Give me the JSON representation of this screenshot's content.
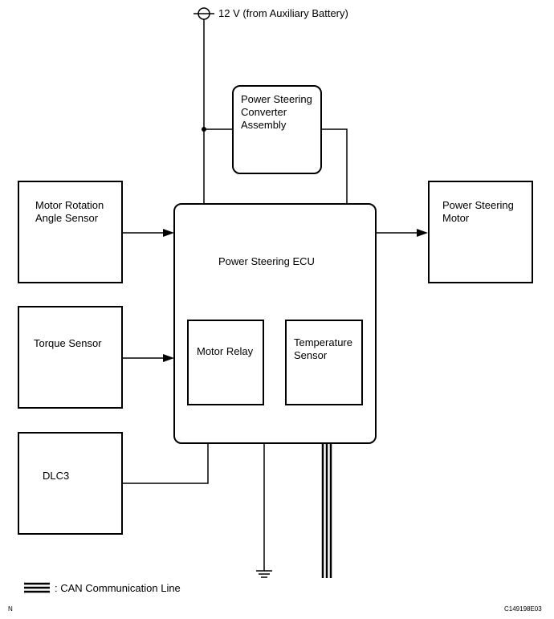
{
  "power_source": {
    "label": "12 V (from Auxiliary Battery)"
  },
  "boxes": {
    "converter": "Power Steering\nConverter\nAssembly",
    "motor_rotation_sensor": "Motor Rotation\nAngle Sensor",
    "torque_sensor": "Torque Sensor",
    "dlc3": "DLC3",
    "ecu": "Power Steering ECU",
    "motor_relay": "Motor Relay",
    "temperature_sensor": "Temperature\nSensor",
    "ps_motor": "Power Steering\nMotor"
  },
  "legend": {
    "label": ": CAN Communication Line"
  },
  "footer": {
    "left": "N",
    "right": "C149198E03"
  }
}
